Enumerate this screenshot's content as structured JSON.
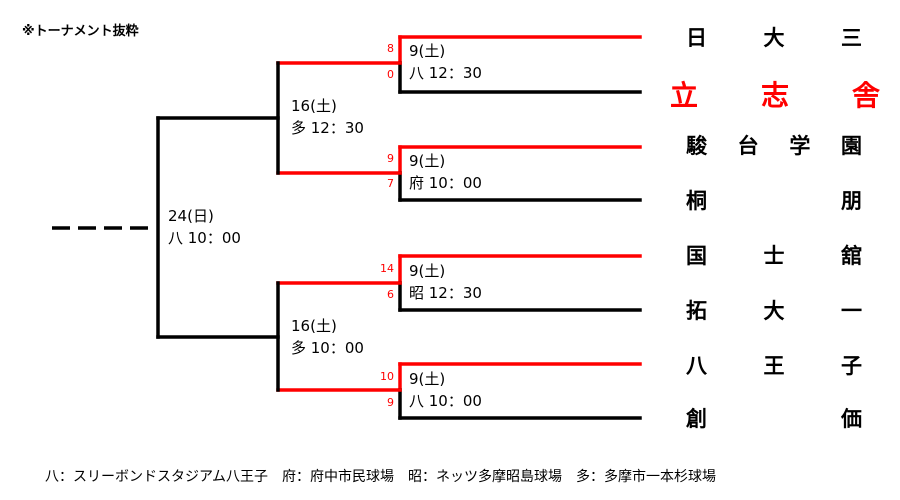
{
  "note": "※トーナメント抜粋",
  "final": {
    "date": "24(日)",
    "venue_time": "八 10：00"
  },
  "semis": [
    {
      "date": "16(土)",
      "venue_time": "多 12：30"
    },
    {
      "date": "16(土)",
      "venue_time": "多 10：00"
    }
  ],
  "quarters": [
    {
      "date": "9(土)",
      "venue_time": "八 12：30",
      "score_top": "8",
      "score_bottom": "0"
    },
    {
      "date": "9(土)",
      "venue_time": "府 10：00",
      "score_top": "9",
      "score_bottom": "7"
    },
    {
      "date": "9(土)",
      "venue_time": "昭 12：30",
      "score_top": "14",
      "score_bottom": "6"
    },
    {
      "date": "9(土)",
      "venue_time": "八 10：00",
      "score_top": "10",
      "score_bottom": "9"
    }
  ],
  "teams": [
    {
      "chars": [
        "日",
        "大",
        "三"
      ],
      "highlight": false
    },
    {
      "chars": [
        "立",
        "志",
        "舎"
      ],
      "highlight": true
    },
    {
      "chars": [
        "駿",
        "台",
        "学",
        "園"
      ],
      "highlight": false
    },
    {
      "chars": [
        "桐",
        "朋"
      ],
      "highlight": false
    },
    {
      "chars": [
        "国",
        "士",
        "舘"
      ],
      "highlight": false
    },
    {
      "chars": [
        "拓",
        "大",
        "一"
      ],
      "highlight": false
    },
    {
      "chars": [
        "八",
        "王",
        "子"
      ],
      "highlight": false
    },
    {
      "chars": [
        "創",
        "価"
      ],
      "highlight": false
    }
  ],
  "legend": "八：スリーボンドスタジアム八王子　府：府中市民球場　昭：ネッツ多摩昭島球場　多：多摩市一本杉球場",
  "colors": {
    "win": "#ff0000",
    "line": "#000000"
  }
}
